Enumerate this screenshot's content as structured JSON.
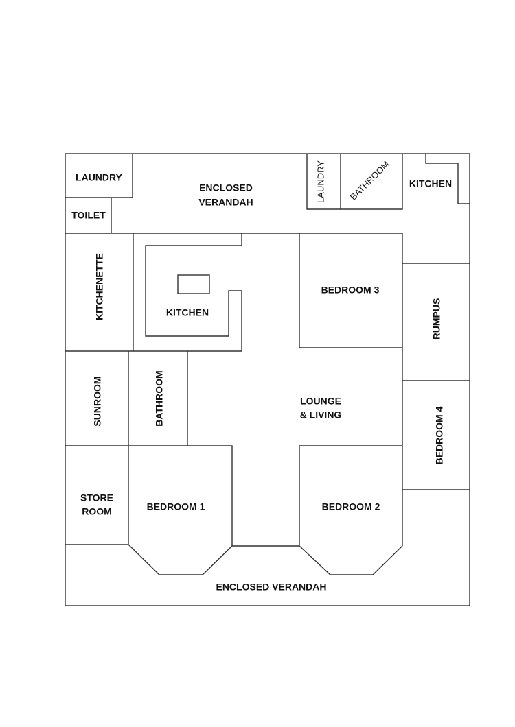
{
  "floor_plan": {
    "rooms": {
      "laundry_nw": "LAUNDRY",
      "toilet": "TOILET",
      "verandah_top_1": "ENCLOSED",
      "verandah_top_2": "VERANDAH",
      "laundry_ne": "LAUNDRY",
      "bathroom_ne": "BATHROOM",
      "kitchen_ne": "KITCHEN",
      "kitchenette": "KITCHENETTE",
      "kitchen": "KITCHEN",
      "bedroom3": "BEDROOM 3",
      "rumpus": "RUMPUS",
      "sunroom": "SUNROOM",
      "bathroom": "BATHROOM",
      "lounge_1": "LOUNGE",
      "lounge_2": "& LIVING",
      "bedroom4": "BEDROOM 4",
      "store_1": "STORE",
      "store_2": "ROOM",
      "bedroom1": "BEDROOM 1",
      "bedroom2": "BEDROOM 2",
      "verandah_bottom": "ENCLOSED VERANDAH"
    }
  }
}
